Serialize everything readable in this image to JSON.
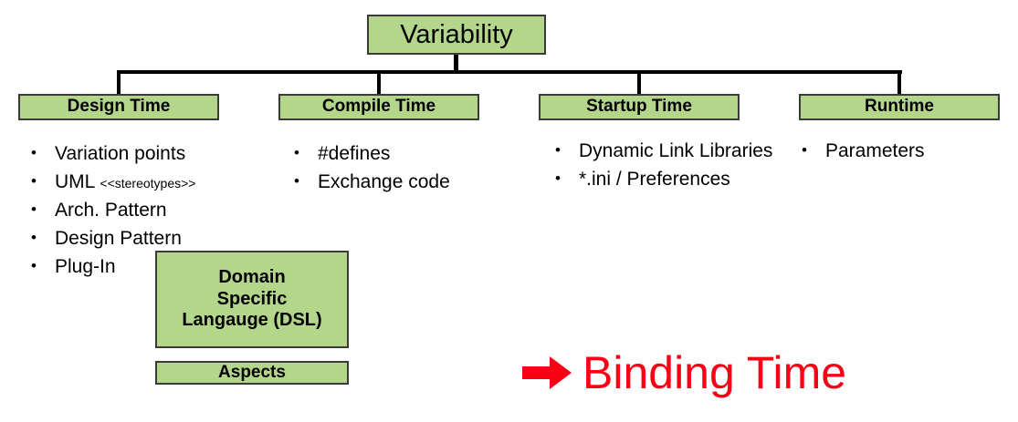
{
  "diagram": {
    "root": {
      "label": "Variability"
    },
    "levels": [
      {
        "label": "Design Time"
      },
      {
        "label": "Compile Time"
      },
      {
        "label": "Startup Time"
      },
      {
        "label": "Runtime"
      }
    ],
    "columns": {
      "design_time": {
        "items": [
          {
            "text": "Variation points"
          },
          {
            "text": "UML",
            "suffix": "<<stereotypes>>"
          },
          {
            "text": "Arch. Pattern"
          },
          {
            "text": "Design Pattern"
          },
          {
            "text": "Plug-In"
          }
        ]
      },
      "compile_time": {
        "items": [
          {
            "text": "#defines"
          },
          {
            "text": "Exchange code"
          }
        ]
      },
      "startup_time": {
        "items": [
          {
            "text": "Dynamic Link Libraries"
          },
          {
            "text": "*.ini / Preferences"
          }
        ]
      },
      "runtime": {
        "items": [
          {
            "text": "Parameters"
          }
        ]
      }
    },
    "extra_boxes": {
      "dsl": {
        "line1": "Domain",
        "line2": "Specific",
        "line3": "Langauge (DSL)"
      },
      "aspects": {
        "label": "Aspects"
      }
    },
    "annotation": {
      "arrow_icon": "right-arrow-icon",
      "label": "Binding Time"
    },
    "bullet_glyph": "•",
    "colors": {
      "box_fill": "#b3d68b",
      "box_border": "#3a3a3a",
      "connector": "#000000",
      "annotation": "#fa0216",
      "text": "#000000",
      "background": "#ffffff"
    }
  }
}
